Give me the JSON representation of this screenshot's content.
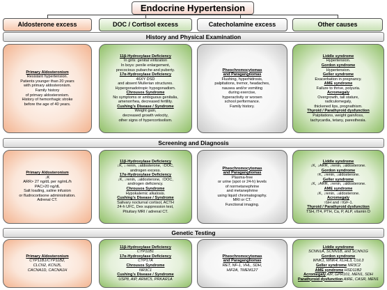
{
  "title": "Endocrine Hypertension",
  "columns": {
    "aldosterone": "Aldosterone excess",
    "doc_cortisol": "DOC / Cortisol excess",
    "catecholamine": "Catecholamine excess",
    "other": "Other causes"
  },
  "sections": {
    "history": "History and Physical Examination",
    "screening": "Screening and Diagnosis",
    "genetic": "Genetic Testing"
  },
  "history": {
    "aldo": [
      {
        "t": "Primary Aldosteronism",
        "h": true
      },
      {
        "t": "Resistant hypertension."
      },
      {
        "t": "Patients younger than 20 years"
      },
      {
        "t": "with primary aldosteronism."
      },
      {
        "t": "Family history"
      },
      {
        "t": "of primary aldosteronism."
      },
      {
        "t": "History of hemorrhagic stroke"
      },
      {
        "t": "before the age of 40 years."
      }
    ],
    "doc": [
      {
        "t": "11β-Hydroxylase Deficiency",
        "h": true
      },
      {
        "t": "In girls: genital virilization"
      },
      {
        "t": "In boys: penile enlargement,"
      },
      {
        "t": "precocious pubarche and puberty."
      },
      {
        "t": "17α-Hydroxylase Deficiency",
        "h": true
      },
      {
        "t": "46XY DSD"
      },
      {
        "t": "and absent Mullerian structures."
      },
      {
        "t": "Hypergonadotropic hypogonadism."
      },
      {
        "t": "Chrousos Syndrome",
        "h": true
      },
      {
        "t": "No symptoms or ambiguous genitalia,"
      },
      {
        "t": "amenorrhea, decreased fertility."
      },
      {
        "t": "Cushing's Disease / Syndrome",
        "h": true
      },
      {
        "t": "Weight gain,"
      },
      {
        "t": "decreased growth velocity,"
      },
      {
        "t": "other signs of hypercortisolism."
      }
    ],
    "cat": [
      {
        "t": "Pheochromocytomas",
        "h": true
      },
      {
        "t": "and Paragangliomas",
        "h": true
      },
      {
        "t": "Flushing, hyperhidrosis,"
      },
      {
        "t": "palpitations, tremor, headaches,"
      },
      {
        "t": "nausea and/or vomiting"
      },
      {
        "t": "during exercise,"
      },
      {
        "t": "hyperactivity or worsen"
      },
      {
        "t": "school performance."
      },
      {
        "t": "Family history."
      }
    ],
    "other": [
      {
        "t": "Liddle syndrome",
        "h": true
      },
      {
        "t": "Hypertension."
      },
      {
        "t": "Gordon syndrome",
        "h": true
      },
      {
        "t": "Hypertension."
      },
      {
        "t": "Geller syndrome",
        "h": true
      },
      {
        "t": "Exacerbation in pregnancy."
      },
      {
        "t": "AME syndrome",
        "h": true
      },
      {
        "t": "Failure to thrive, polyuria."
      },
      {
        "t": "Acromegaly",
        "h": true
      },
      {
        "t": "Overgrowth, tall stature,"
      },
      {
        "t": "radiculomegaly,"
      },
      {
        "t": "thickened lips, prognathism."
      },
      {
        "t": "Thyroid / Parathyroid dysfunction",
        "h": true
      },
      {
        "t": "Palpitations, weight gain/loss,"
      },
      {
        "t": "tachycardia, tetany, paresthesia."
      }
    ]
  },
  "screening": {
    "aldo": [
      {
        "t": "Primary Aldosteronism",
        "h": true
      },
      {
        "t": "↓K"
      },
      {
        "t": "ARR> 27 ng/dL per ng/mL/h"
      },
      {
        "t": "PAC>20 ng/dL"
      },
      {
        "t": "Salt loading, saline infusion"
      },
      {
        "t": "or fludrocortisone administration."
      },
      {
        "t": "Adrenal CT."
      }
    ],
    "doc": [
      {
        "t": "11β-Hydroxylase Deficiency",
        "h": true
      },
      {
        "t": "↓K, ↓ renin, ↓aldosterone, ↑DOC,"
      },
      {
        "t": "androgen excess."
      },
      {
        "t": "17α-Hydroxylase Deficiency",
        "h": true
      },
      {
        "t": "↓K, ↓renin, ↓aldosterone, ↑DOC,"
      },
      {
        "t": "androgen deficiency."
      },
      {
        "t": "Chrousos Syndrome",
        "h": true
      },
      {
        "t": "Hypokalemic alkalosis."
      },
      {
        "t": "Cushing's Disease / Syndrome",
        "h": true
      },
      {
        "t": "Salivary nocturnal cortisol, ACTH"
      },
      {
        "t": "24-h UFC, Dex suppression test,"
      },
      {
        "t": "Pituitary MRI / adrenal CT."
      }
    ],
    "cat": [
      {
        "t": "Pheochromocytomas",
        "h": true
      },
      {
        "t": "and Paragangliomas",
        "h": true
      },
      {
        "t": "Plasma-free"
      },
      {
        "t": "or urine (spot or 24-h) levels"
      },
      {
        "t": "of normetanephrine"
      },
      {
        "t": "and metanephrine"
      },
      {
        "t": "using liquid chromatography."
      },
      {
        "t": "MRI or CT."
      },
      {
        "t": "Functional imaging."
      }
    ],
    "other": [
      {
        "t": "Liddle syndrome",
        "h": true
      },
      {
        "t": "↓K, ↓ARR, ↓renin, ↓aldosterone."
      },
      {
        "t": "Gordon syndrome",
        "h": true
      },
      {
        "t": "↑K, ↓renin, ↓aldosterone."
      },
      {
        "t": "Geller syndrome",
        "h": true
      },
      {
        "t": "↓K, ↓ARR, ↓renin, ↓aldosterone."
      },
      {
        "t": "AME syndrome",
        "h": true
      },
      {
        "t": "↓K, ↓renin, ↓aldosterone."
      },
      {
        "t": "Acromegaly",
        "h": true
      },
      {
        "t": "↑GH and ↑IGF-1."
      },
      {
        "t": "Thyroid / Parathyroid dysfunction",
        "h": true
      },
      {
        "t": "TSH, fT4, PTH, Ca, P, ALP, vitamin D"
      }
    ]
  },
  "genetic": {
    "aldo": [
      {
        "t": "Primary Aldosteronism",
        "h": true
      },
      {
        "t": "CYP11B1/CYP11B2,",
        "i": true
      },
      {
        "t": "CLCN2, KCNJ5,",
        "i": true
      },
      {
        "t": "CACNA1D, CACNA1H",
        "i": true
      }
    ],
    "doc": [
      {
        "t": "11β-Hydroxylase Deficiency",
        "h": true
      },
      {
        "t": "CYP11B1",
        "i": true
      },
      {
        "t": "17α-Hydroxylase Deficiency",
        "h": true
      },
      {
        "t": "CYP17A",
        "i": true
      },
      {
        "t": "Chrousos Syndrome",
        "h": true
      },
      {
        "t": "NR3C1",
        "i": true
      },
      {
        "t": "Cushing's Disease / Syndrome",
        "h": true
      },
      {
        "t": "USP8, AIP, ARMC5, PRKAR1A",
        "i": true
      }
    ],
    "cat": [
      {
        "t": "Pheochromocytomas",
        "h": true
      },
      {
        "t": "and Paragangliomas",
        "h": true
      },
      {
        "t": "RET, NF-1, VHL, SDH,",
        "i": true
      },
      {
        "t": "HIF2A, TMEM127",
        "i": true
      }
    ],
    "other": [
      {
        "t": "Liddle syndrome",
        "h": true
      },
      {
        "t": "SCNN1A, SCNN1B, and SCNN1G",
        "i": true
      },
      {
        "t": "Gordon syndrome",
        "h": true
      },
      {
        "t": "WNK1, WNK4, KLHL3, CUL3",
        "i": true
      },
      {
        "t": "Geller syndrome",
        "h": true,
        "tail": " NR3C2"
      },
      {
        "t": "AME syndrome",
        "h": true,
        "tail": " HSD11B2"
      },
      {
        "t": "Acromegaly",
        "h": true,
        "tail": " AIP, GPR101, MEN1, SDH"
      },
      {
        "t": "Parathyroid dysfunction",
        "h": true,
        "tail": " AIRE, CASR, MEN1"
      }
    ]
  }
}
